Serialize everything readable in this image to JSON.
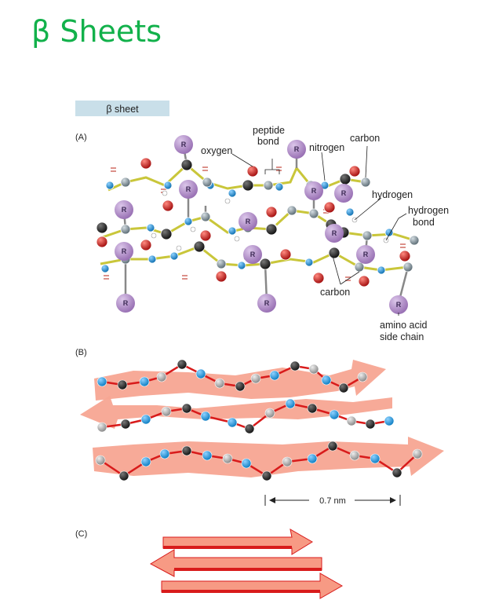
{
  "title": "β Sheets",
  "header_tab": "β sheet",
  "panels": {
    "a": "(A)",
    "b": "(B)",
    "c": "(C)"
  },
  "labels": {
    "oxygen": "oxygen",
    "peptide_bond_1": "peptide",
    "peptide_bond_2": "bond",
    "nitrogen": "nitrogen",
    "carbon_top": "carbon",
    "hydrogen": "hydrogen",
    "hydrogen_bond_1": "hydrogen",
    "hydrogen_bond_2": "bond",
    "carbon_bottom": "carbon",
    "side_chain_1": "amino acid",
    "side_chain_2": "side chain",
    "r_group": "R"
  },
  "scale_label": "0.7 nm",
  "colors": {
    "title_green": "#12b14b",
    "tab_blue": "#c9dfe9",
    "ribbon_fill": "#f7a592",
    "ribbon_line": "#d81b1b",
    "bond_yellow": "#c9c63a",
    "atom_carbon": "#2b2b2b",
    "atom_calpha": "#8a98a0",
    "atom_nitrogen": "#1d8fd6",
    "atom_oxygen": "#d71c1c",
    "atom_r": "#b793cc"
  }
}
